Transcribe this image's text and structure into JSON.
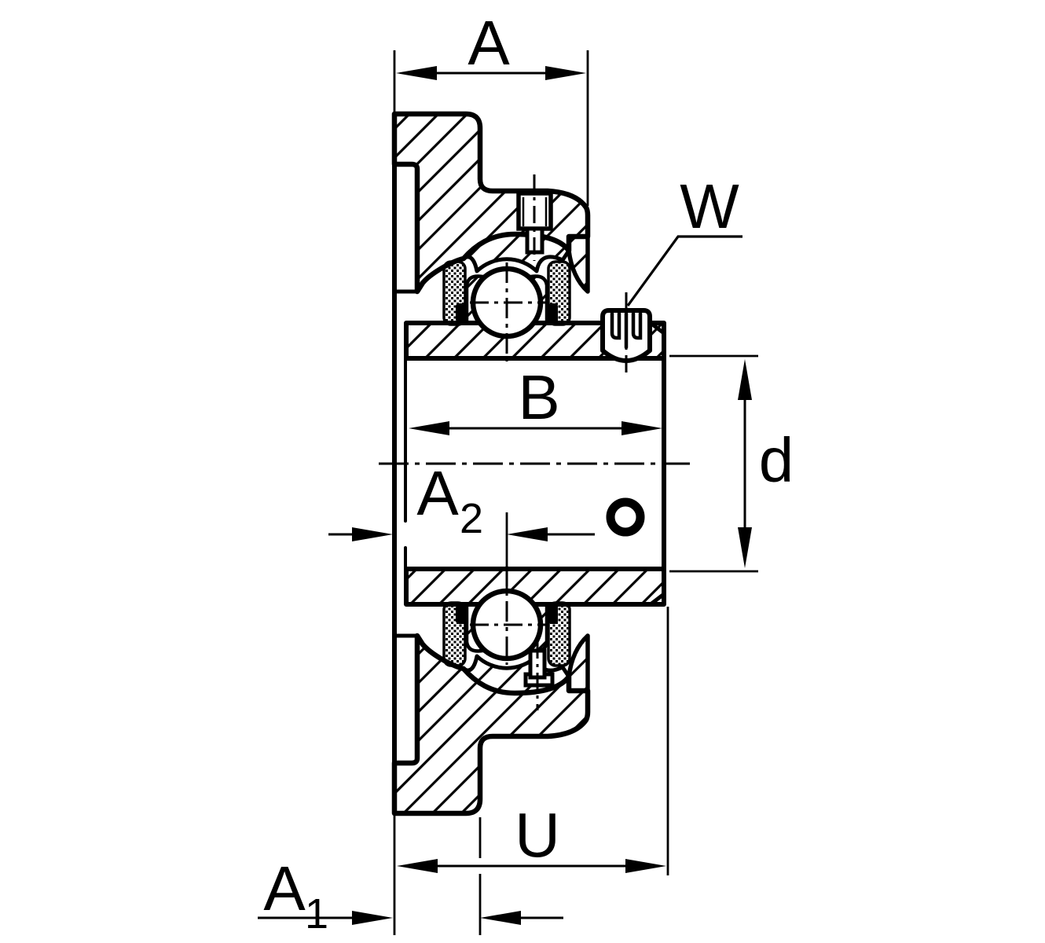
{
  "drawing": {
    "type": "technical-section-drawing",
    "subject": "flanged bearing unit cross-section",
    "colors": {
      "line": "#000000",
      "background": "#ffffff"
    },
    "dimensions": {
      "a": {
        "label": "A"
      },
      "w": {
        "label": "W"
      },
      "b": {
        "label": "B"
      },
      "d": {
        "label": "d"
      },
      "a2": {
        "base": "A",
        "sub": "2"
      },
      "u": {
        "label": "U"
      },
      "a1": {
        "base": "A",
        "sub": "1"
      }
    }
  }
}
